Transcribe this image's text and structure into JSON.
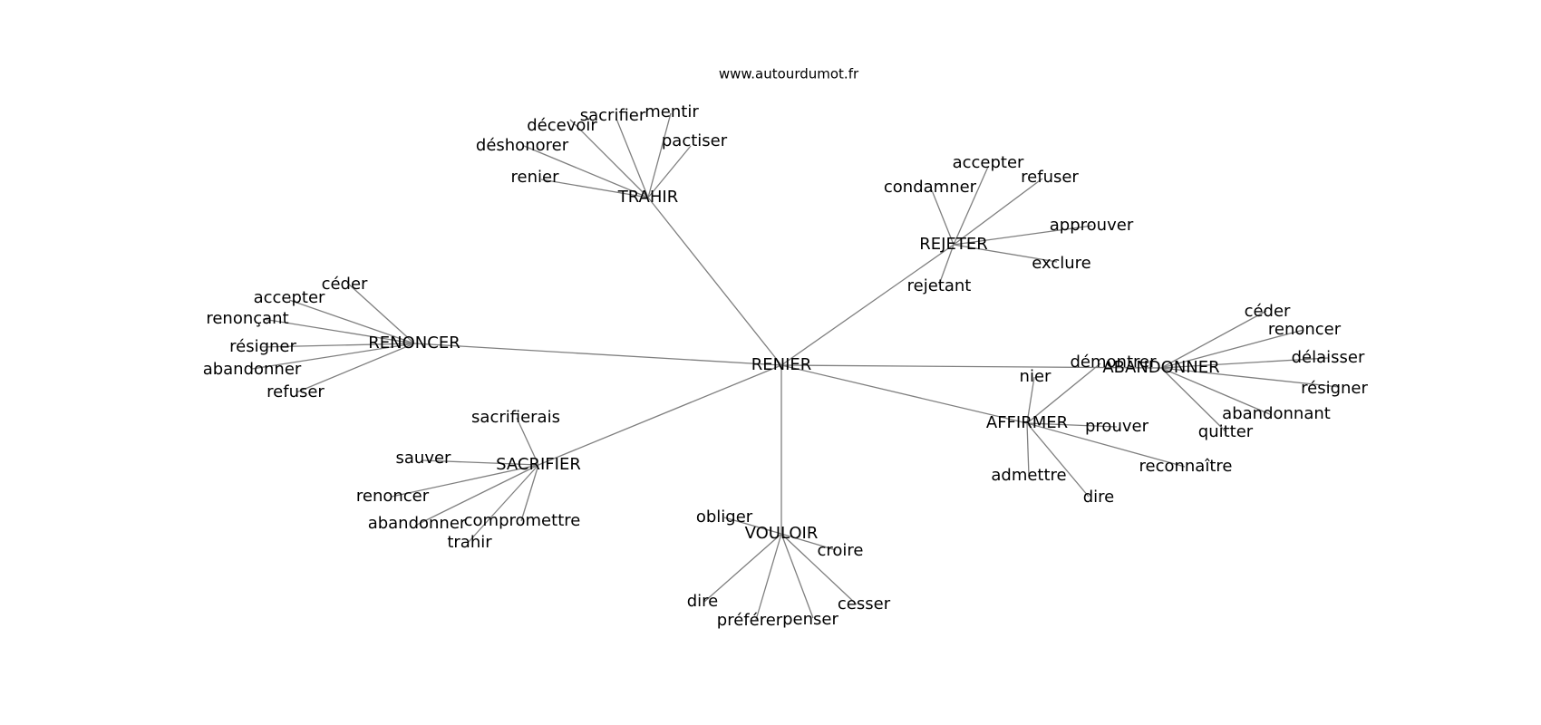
{
  "source": "www.autourdumot.fr",
  "graph": {
    "center": "RENIER",
    "groups": [
      {
        "hub": "TRAHIR",
        "words": [
          "sacrifier",
          "mentir",
          "décevoir",
          "pactiser",
          "déshonorer",
          "renier"
        ]
      },
      {
        "hub": "REJETER",
        "words": [
          "accepter",
          "refuser",
          "condamner",
          "approuver",
          "exclure",
          "rejetant"
        ]
      },
      {
        "hub": "RENONCER",
        "words": [
          "céder",
          "accepter",
          "renonçant",
          "résigner",
          "abandonner",
          "refuser"
        ]
      },
      {
        "hub": "ABANDONNER",
        "words": [
          "céder",
          "renoncer",
          "délaisser",
          "résigner",
          "abandonnant",
          "quitter"
        ]
      },
      {
        "hub": "AFFIRMER",
        "words": [
          "démontrer",
          "nier",
          "prouver",
          "reconnaître",
          "admettre",
          "dire"
        ]
      },
      {
        "hub": "SACRIFIER",
        "words": [
          "sacrifierais",
          "sauver",
          "renoncer",
          "abandonner",
          "compromettre",
          "trahir"
        ]
      },
      {
        "hub": "VOULOIR",
        "words": [
          "obliger",
          "croire",
          "dire",
          "préférer",
          "penser",
          "cesser"
        ]
      }
    ]
  }
}
